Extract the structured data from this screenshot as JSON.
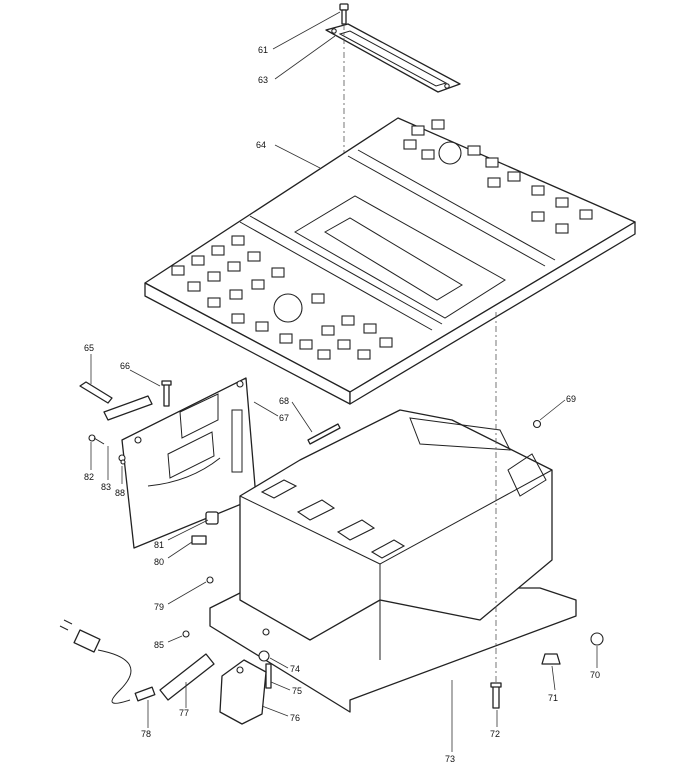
{
  "callouts": [
    {
      "id": "61",
      "text": "61"
    },
    {
      "id": "63",
      "text": "63"
    },
    {
      "id": "64",
      "text": "64"
    },
    {
      "id": "65",
      "text": "65"
    },
    {
      "id": "66",
      "text": "66"
    },
    {
      "id": "67",
      "text": "67"
    },
    {
      "id": "68",
      "text": "68"
    },
    {
      "id": "69",
      "text": "69"
    },
    {
      "id": "70",
      "text": "70"
    },
    {
      "id": "71",
      "text": "71"
    },
    {
      "id": "72",
      "text": "72"
    },
    {
      "id": "73",
      "text": "73"
    },
    {
      "id": "74",
      "text": "74"
    },
    {
      "id": "75",
      "text": "75"
    },
    {
      "id": "76",
      "text": "76"
    },
    {
      "id": "77",
      "text": "77"
    },
    {
      "id": "78",
      "text": "78"
    },
    {
      "id": "79",
      "text": "79"
    },
    {
      "id": "80",
      "text": "80"
    },
    {
      "id": "81",
      "text": "81"
    },
    {
      "id": "82",
      "text": "82"
    },
    {
      "id": "83",
      "text": "83"
    },
    {
      "id": "85",
      "text": "85"
    },
    {
      "id": "88",
      "text": "88"
    }
  ]
}
